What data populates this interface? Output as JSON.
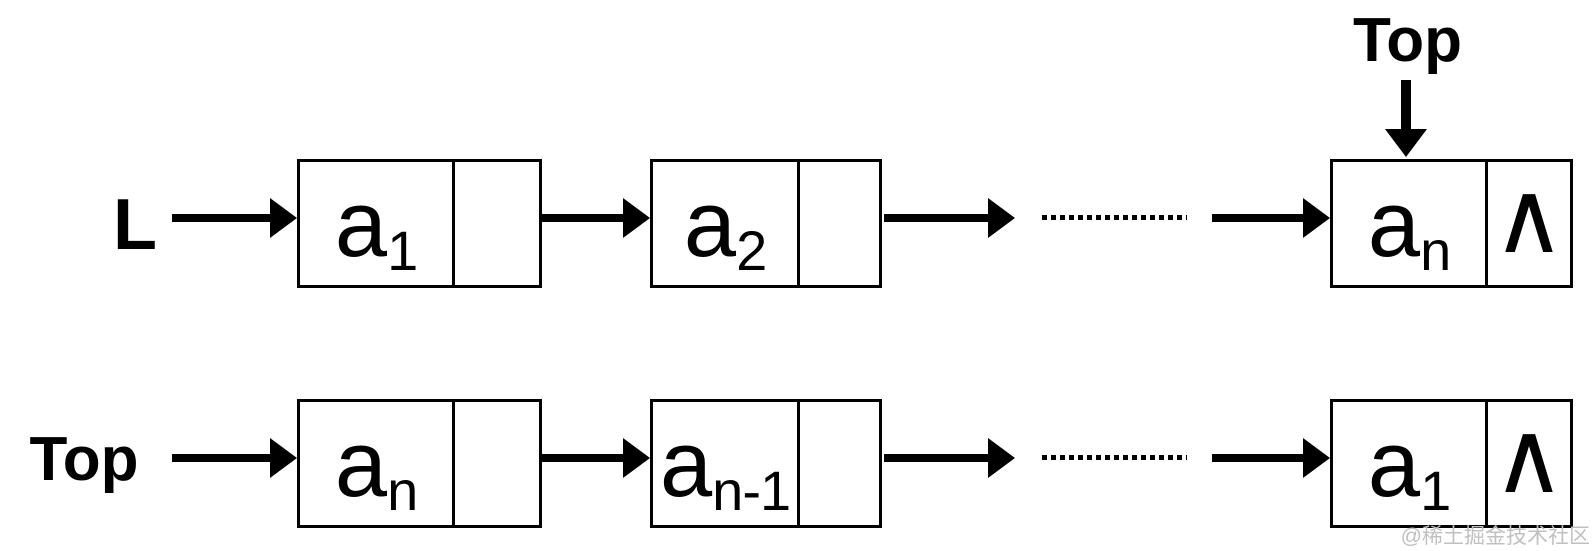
{
  "list1": {
    "head_label": "L",
    "tail_top_label": "Top",
    "nodes": [
      {
        "value": "a",
        "subscript": "1",
        "pointer": ""
      },
      {
        "value": "a",
        "subscript": "2",
        "pointer": ""
      },
      {
        "value": "a",
        "subscript": "n",
        "pointer": "∧"
      }
    ]
  },
  "list2": {
    "head_label": "Top",
    "nodes": [
      {
        "value": "a",
        "subscript": "n",
        "pointer": ""
      },
      {
        "value": "a",
        "subscript": "n-1",
        "pointer": ""
      },
      {
        "value": "a",
        "subscript": "1",
        "pointer": "∧"
      }
    ]
  },
  "watermark": "@稀土掘金技术社区",
  "colors": {
    "line": "#000000",
    "background": "#ffffff",
    "watermark": "#c0c0c0"
  }
}
